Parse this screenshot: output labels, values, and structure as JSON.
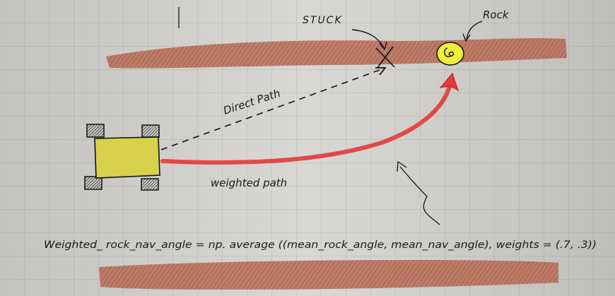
{
  "labels": {
    "stuck": "STUCK",
    "rock": "Rock",
    "direct_path": "Direct Path",
    "weighted_path": "weighted path",
    "formula": "Weighted_ rock_nav_angle = np. average ((mean_rock_angle, mean_nav_angle), weights = (.7, .3))"
  },
  "colors": {
    "paper": "#d9d8d4",
    "grid": "#b7b9bf",
    "wall": "#b5634a",
    "rover_body": "#d6d04a",
    "rock_fill": "#eded3a",
    "weighted_path": "#e23a3a",
    "ink": "#1a1a1a"
  }
}
